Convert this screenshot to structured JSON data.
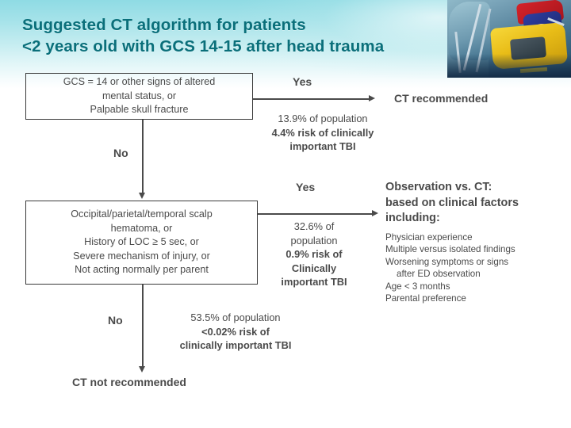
{
  "slide": {
    "title_line1": "Suggested CT algorithm for patients",
    "title_line2": "<2 years old with GCS 14-15 after head trauma",
    "title_color": "#0a6f7a",
    "background_top_color": "#8fdbe4",
    "background_bottom_color": "#ffffff",
    "text_color": "#4a4a4a"
  },
  "photo": {
    "alt": "pediatric trauma patient immobilized on a backboard stretcher"
  },
  "flow": {
    "box_gcs": {
      "lines": [
        "GCS = 14 or other signs of altered",
        "mental status, or",
        "Palpable skull fracture"
      ]
    },
    "box_criteria": {
      "lines": [
        "Occipital/parietal/temporal scalp",
        "hematoma, or",
        "History of LOC ≥ 5 sec, or",
        "Severe mechanism of injury, or",
        "Not acting normally per parent"
      ]
    },
    "branches": {
      "yes_1": "Yes",
      "no_1": "No",
      "yes_2": "Yes",
      "no_2": "No"
    },
    "outcomes": {
      "ct_recommended": "CT recommended",
      "ct_not_recommended": "CT not recommended"
    },
    "stats": {
      "stat_1": {
        "population": "13.9% of population",
        "risk_line1": "4.4% risk of clinically",
        "risk_line2": "important TBI"
      },
      "stat_2": {
        "population_line1": "32.6% of",
        "population_line2": "population",
        "risk_line1": "0.9% risk of",
        "risk_line2": "Clinically",
        "risk_line3": "important TBI"
      },
      "stat_3": {
        "population": "53.5% of population",
        "risk_line1": "<0.02% risk of",
        "risk_line2": "clinically important TBI"
      }
    }
  },
  "panel": {
    "heading_line1": "Observation vs. CT:",
    "heading_line2": "based on clinical factors",
    "heading_line3": "including:",
    "factors": [
      "Physician experience",
      "Multiple versus isolated findings",
      "Worsening symptoms or signs",
      "after ED observation",
      "Age < 3 months",
      "Parental preference"
    ]
  }
}
